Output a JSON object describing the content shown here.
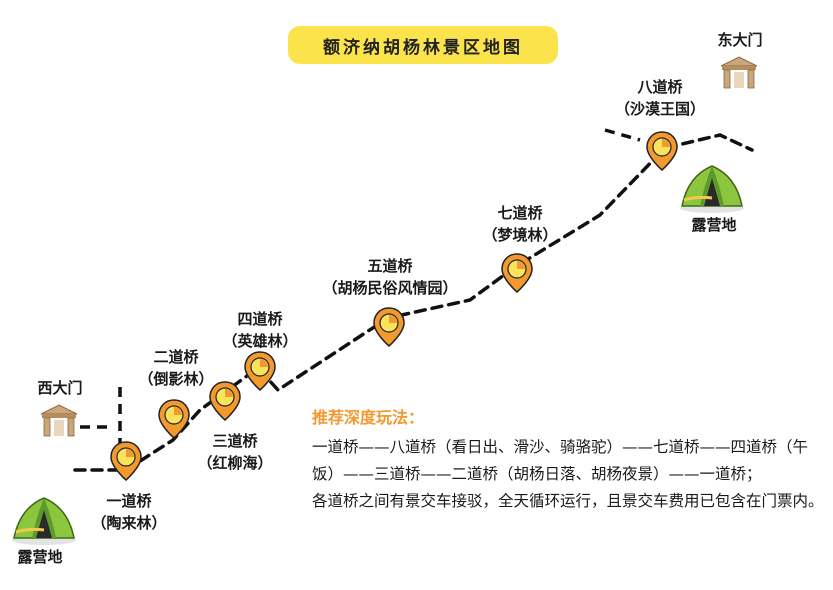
{
  "title": "额济纳胡杨林景区地图",
  "gates": {
    "east": "东大门",
    "west": "西大门"
  },
  "bridges": [
    {
      "name": "一道桥",
      "sub": "（陶来林）"
    },
    {
      "name": "二道桥",
      "sub": "（倒影林）"
    },
    {
      "name": "三道桥",
      "sub": "（红柳海）"
    },
    {
      "name": "四道桥",
      "sub": "（英雄林）"
    },
    {
      "name": "五道桥",
      "sub": "（胡杨民俗风情园）"
    },
    {
      "name": "七道桥",
      "sub": "（梦境林）"
    },
    {
      "name": "八道桥",
      "sub": "（沙漠王国）"
    }
  ],
  "campsites": {
    "left": "露营地",
    "right": "露营地"
  },
  "recommend": {
    "title": "推荐深度玩法：",
    "route": "一道桥——八道桥（看日出、滑沙、骑骆驼）——七道桥——四道桥（午饭）——三道桥——二道桥（胡杨日落、胡杨夜景）——一道桥；",
    "note": "各道桥之间有景交车接驳，全天循环运行，且景交车费用已包含在门票内。"
  },
  "colors": {
    "title_bg": "#fbe44b",
    "pin": "#f29a2e",
    "pin_inner": "#f8e35a",
    "accent_text": "#f29a2e",
    "tent": "#8cc63f",
    "gate": "#c9a77a"
  },
  "icons": [
    "map-pin-icon",
    "gate-icon",
    "tent-icon"
  ]
}
